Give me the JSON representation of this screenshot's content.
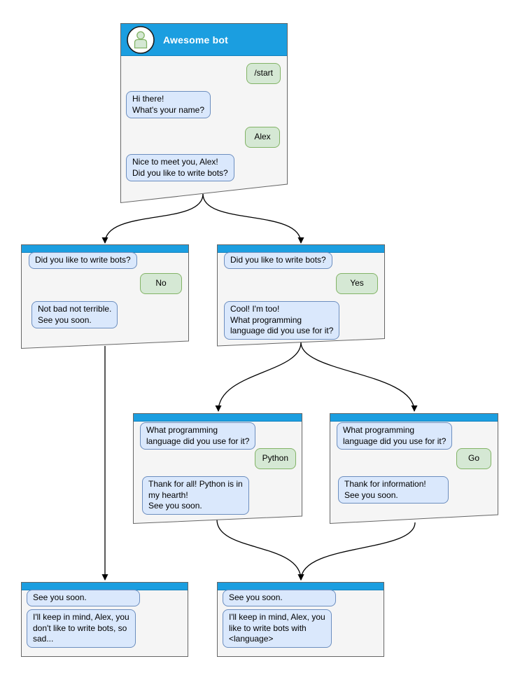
{
  "colors": {
    "header_blue": "#1b9ee0",
    "window_fill": "#f5f5f5",
    "window_border": "#666666",
    "bot_bubble_fill": "#dae8fc",
    "bot_bubble_border": "#6c8ebf",
    "user_bubble_fill": "#d5e8d4",
    "user_bubble_border": "#82b366",
    "arrow": "#000000"
  },
  "windows": {
    "root": {
      "title": "Awesome bot",
      "avatar": "person-icon",
      "messages": {
        "start": "/start",
        "greeting": "Hi there!\nWhat's your name?",
        "name": "Alex",
        "question": "Nice to meet you, Alex!\nDid you like to write bots?"
      }
    },
    "branch_no": {
      "question": "Did you like to write bots?",
      "answer": "No",
      "reply": "Not bad not terrible.\nSee you soon."
    },
    "branch_yes": {
      "question": "Did you like to write bots?",
      "answer": "Yes",
      "reply": "Cool! I'm too!\nWhat programming\nlanguage did you use for it?"
    },
    "branch_python": {
      "question": "What programming\nlanguage did you use for it?",
      "answer": "Python",
      "reply": "Thank for all! Python is in\nmy hearth!\nSee you soon."
    },
    "branch_go": {
      "question": "What programming\nlanguage did you use for it?",
      "answer": "Go",
      "reply": "Thank for information!\nSee you soon."
    },
    "end_no": {
      "question": "See you soon.",
      "reply": "I'll keep in mind, Alex, you\ndon't like to write bots, so\nsad..."
    },
    "end_yes": {
      "question": "See you soon.",
      "reply": "I'll keep in mind, Alex, you\nlike to write bots with\n<language>"
    }
  },
  "edges": [
    {
      "from": "root",
      "to": "branch_no"
    },
    {
      "from": "root",
      "to": "branch_yes"
    },
    {
      "from": "branch_yes",
      "to": "branch_python"
    },
    {
      "from": "branch_yes",
      "to": "branch_go"
    },
    {
      "from": "branch_no",
      "to": "end_no"
    },
    {
      "from": "branch_python",
      "to": "end_yes"
    },
    {
      "from": "branch_go",
      "to": "end_yes"
    }
  ]
}
